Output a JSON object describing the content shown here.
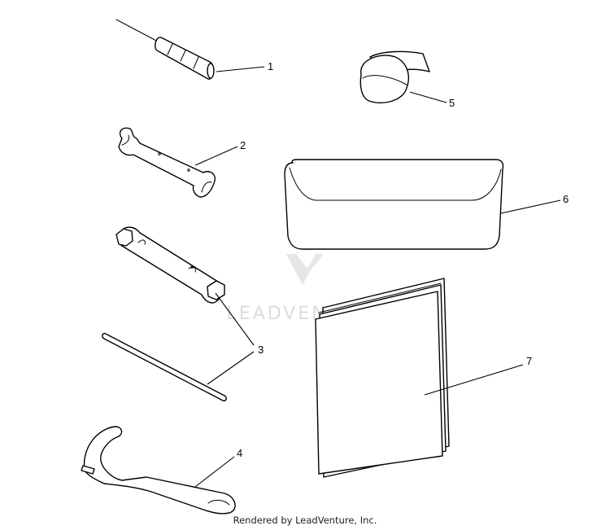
{
  "callouts": [
    {
      "id": "screwdriver",
      "number": "1"
    },
    {
      "id": "wrench",
      "number": "2"
    },
    {
      "id": "tube-wrench-and-bar",
      "number": "3"
    },
    {
      "id": "spanner-hook-wrench",
      "number": "4"
    },
    {
      "id": "strap",
      "number": "5"
    },
    {
      "id": "tool-pouch",
      "number": "6"
    },
    {
      "id": "manual",
      "number": "7"
    }
  ],
  "watermark": {
    "text": "LEADVENTURE",
    "color": "#dcdcdc"
  },
  "footer": {
    "text": "Rendered by LeadVenture, Inc."
  },
  "colors": {
    "line": "#000000",
    "background": "#ffffff"
  }
}
